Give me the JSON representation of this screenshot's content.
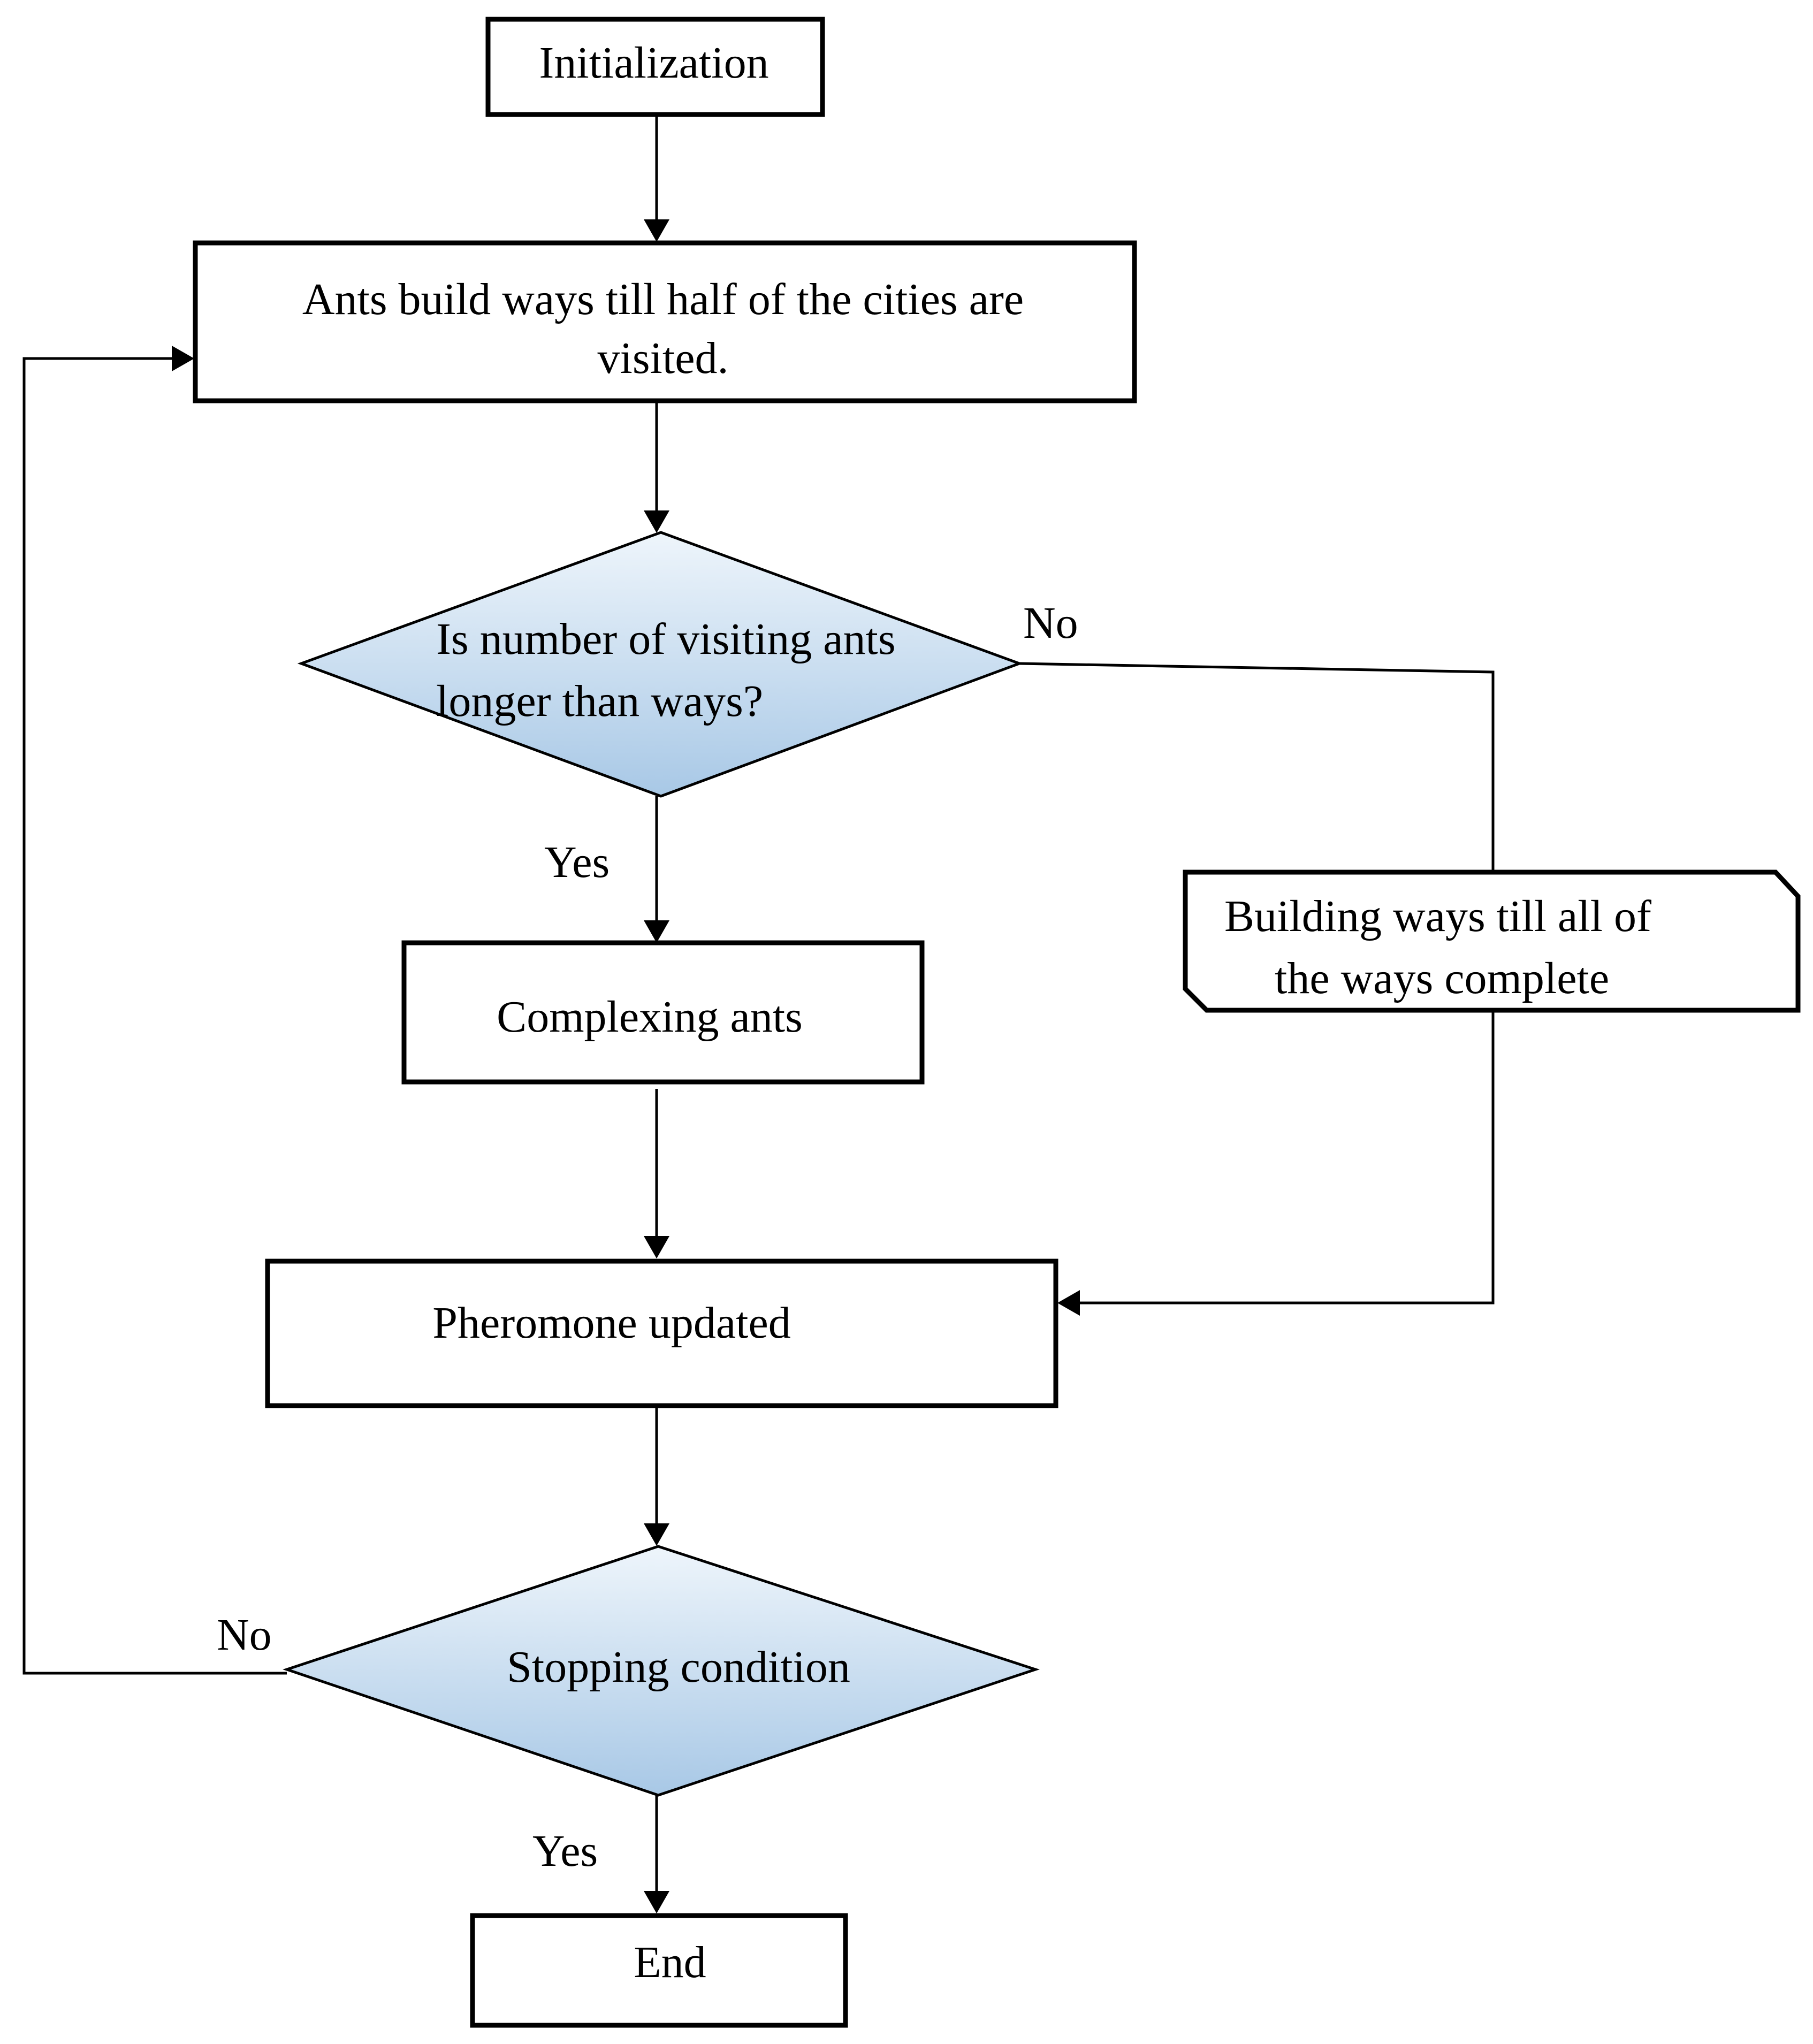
{
  "nodes": {
    "initialization": "Initialization",
    "build_ways_line1": "Ants build ways till half of the cities are",
    "build_ways_line2": "visited.",
    "decision_line1": "Is number of visiting ants",
    "decision_line2": "longer than ways?",
    "complexing": "Complexing ants",
    "building_complete_line1": "Building ways till all of",
    "building_complete_line2": "the ways complete",
    "pheromone": "Pheromone updated",
    "stopping": "Stopping condition",
    "end": "End"
  },
  "edge_labels": {
    "decision_no": "No",
    "decision_yes": "Yes",
    "stopping_no": "No",
    "stopping_yes": "Yes"
  },
  "colors": {
    "diamond_top": "#eef5fb",
    "diamond_bottom": "#a8c8e6",
    "stroke": "#000000"
  }
}
